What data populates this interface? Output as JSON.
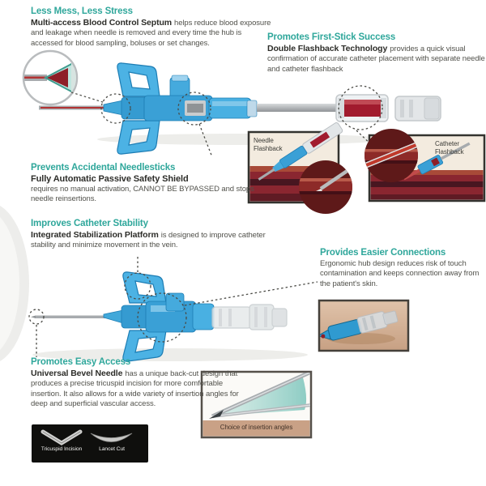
{
  "colors": {
    "heading_teal": "#2fa79b",
    "body_text": "#52524c",
    "device_blue": "#3fa6da",
    "device_blue_dark": "#1d7db4",
    "blood_red": "#a11b2e",
    "vessel_dark": "#5e1919",
    "panel_cream": "#f3ebdf",
    "skin_tan": "#d8b79d",
    "caption_band_tan": "#c9a186",
    "panel_border": "#3a3a35"
  },
  "sections": {
    "blood_control": {
      "heading": "Less Mess, Less Stress",
      "lead": "Multi-access Blood Control Septum",
      "body": "helps reduce blood exposure and leakage when needle is removed and every time the hub is accessed for blood sampling, boluses or set changes."
    },
    "first_stick": {
      "heading": "Promotes First-Stick Success",
      "lead": "Double Flashback Technology",
      "body": "provides a quick visual confirmation of accurate catheter placement with separate needle and catheter flashback"
    },
    "needlesticks": {
      "heading": "Prevents Accidental Needlesticks",
      "lead": "Fully Automatic Passive Safety Shield",
      "body": "requires no manual activation, CANNOT BE BYPASSED and stops needle reinsertions."
    },
    "stability": {
      "heading": "Improves Catheter Stability",
      "lead": "Integrated Stabilization Platform",
      "body": "is designed to improve catheter stability and minimize movement in the vein."
    },
    "connections": {
      "heading": "Provides Easier Connections",
      "body": "Ergonomic hub design reduces risk of touch contamination and keeps connection away from the patient's skin."
    },
    "easy_access": {
      "heading": "Promotes Easy Access",
      "lead": "Universal Bevel Needle",
      "body": "has a unique back-cut design that produces a precise tricuspid incision for more comfortable insertion. It also allows for a wide variety of insertion angles for deep and superficial vascular access."
    }
  },
  "panels": {
    "needle_flashback_label": "Needle Flashback",
    "catheter_flashback_label": "Catheter Flashback",
    "insertion_angles_caption": "Choice of insertion angles",
    "tricuspid_label": "Tricuspid Incision",
    "lancet_label": "Lancet Cut"
  }
}
